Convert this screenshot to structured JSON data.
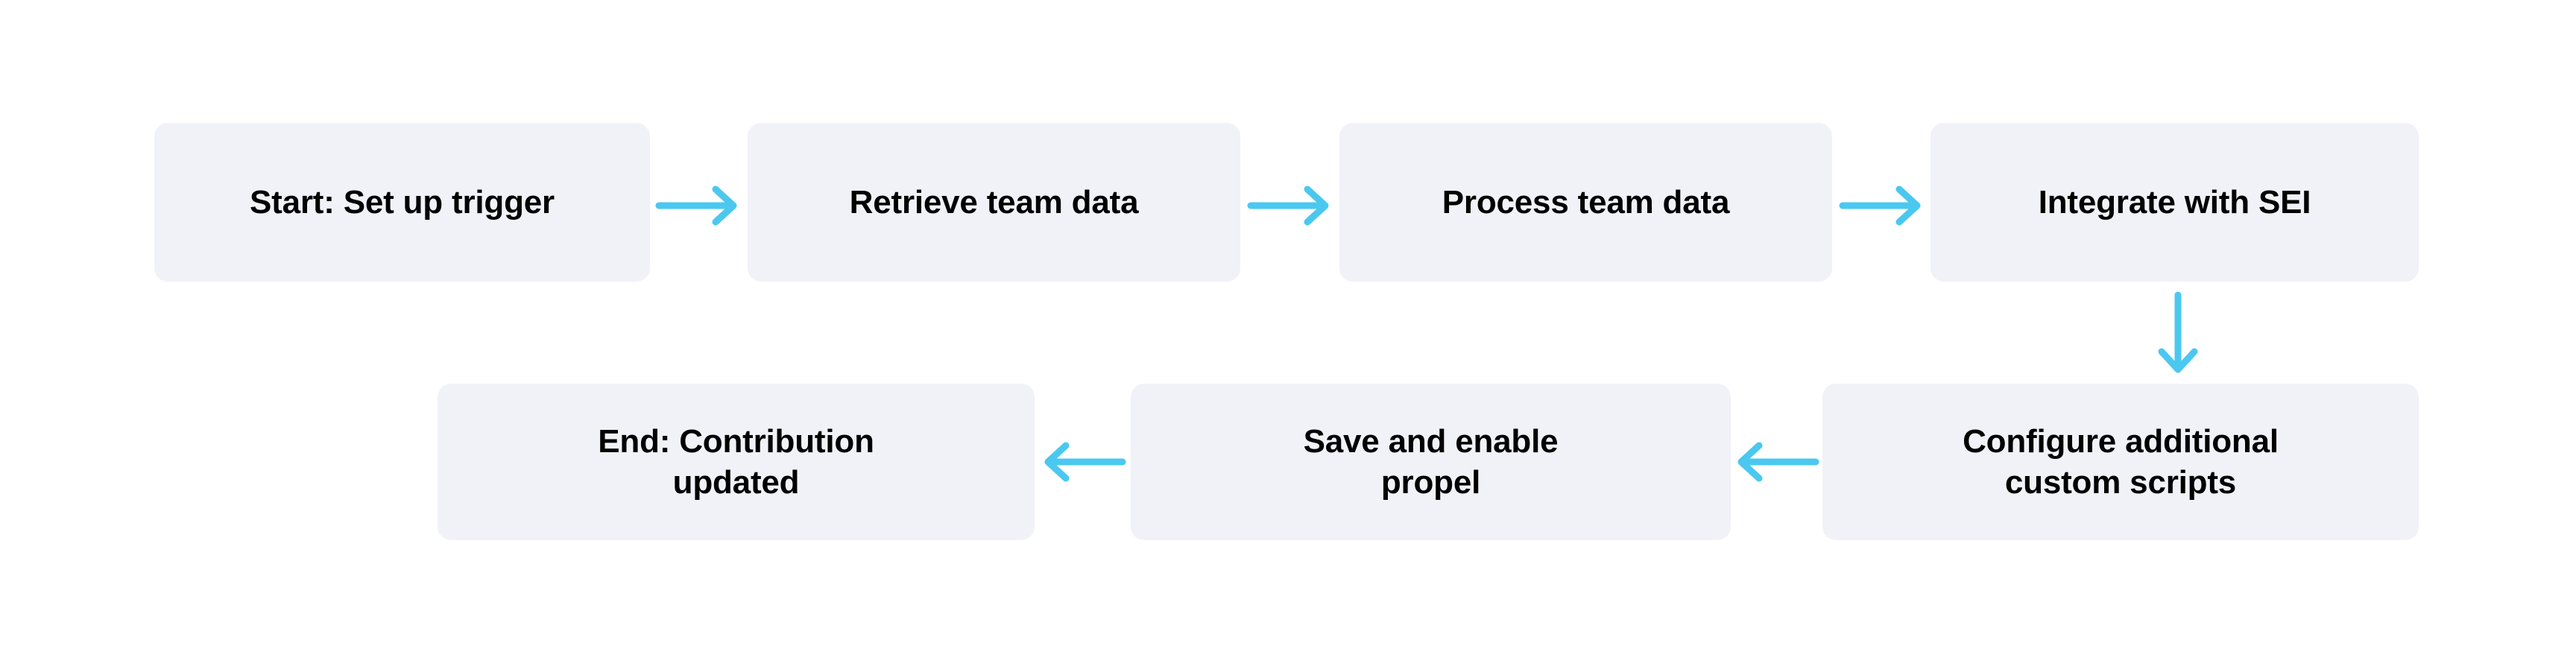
{
  "diagram": {
    "type": "flowchart",
    "background_color": "#ffffff",
    "node_fill_color": "#f1f2f7",
    "node_text_color": "#020203",
    "arrow_color": "#4ac8f0",
    "nodes": [
      {
        "id": "start",
        "label": "Start: Set up trigger",
        "row": 1,
        "order": 1
      },
      {
        "id": "retrieve",
        "label": "Retrieve team data",
        "row": 1,
        "order": 2
      },
      {
        "id": "process",
        "label": "Process team data",
        "row": 1,
        "order": 3
      },
      {
        "id": "integrate",
        "label": "Integrate with SEI",
        "row": 1,
        "order": 4
      },
      {
        "id": "configure",
        "label": "Configure additional\ncustom scripts",
        "row": 2,
        "order": 1
      },
      {
        "id": "save",
        "label": "Save and enable\npropel",
        "row": 2,
        "order": 2
      },
      {
        "id": "end",
        "label": "End: Contribution\nupdated",
        "row": 2,
        "order": 3
      }
    ],
    "edges": [
      {
        "from": "start",
        "to": "retrieve",
        "direction": "right"
      },
      {
        "from": "retrieve",
        "to": "process",
        "direction": "right"
      },
      {
        "from": "process",
        "to": "integrate",
        "direction": "right"
      },
      {
        "from": "integrate",
        "to": "configure",
        "direction": "down"
      },
      {
        "from": "configure",
        "to": "save",
        "direction": "left"
      },
      {
        "from": "save",
        "to": "end",
        "direction": "left"
      }
    ]
  }
}
